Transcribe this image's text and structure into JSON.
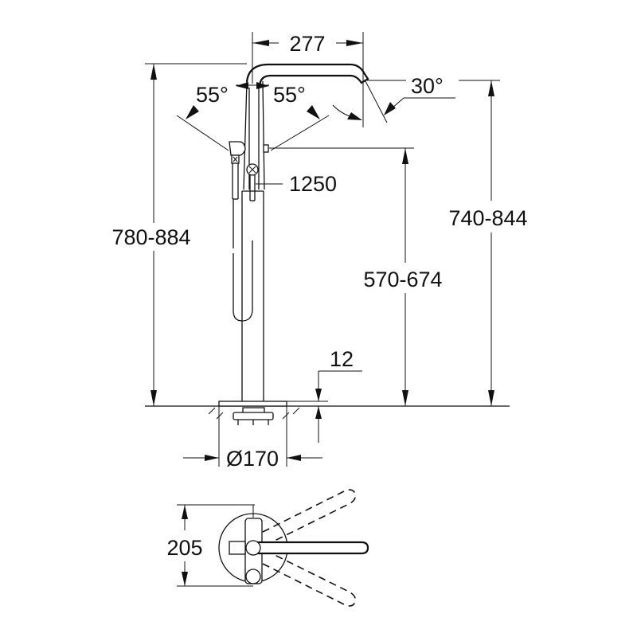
{
  "drawing": {
    "title": "Freestanding bath mixer – dimension drawing",
    "line_color": "#111111",
    "background": "#ffffff"
  },
  "dimensions": {
    "spout_reach": "277",
    "spout_rotation": "30°",
    "handle_angle_left": "55°",
    "handle_angle_right": "55°",
    "hose_length": "1250",
    "overall_height": "780-884",
    "spout_outlet_height": "740-844",
    "handle_height": "570-674",
    "floor_plate_thickness": "12",
    "floor_plate_diameter": "Ø170",
    "top_view_depth": "205"
  }
}
